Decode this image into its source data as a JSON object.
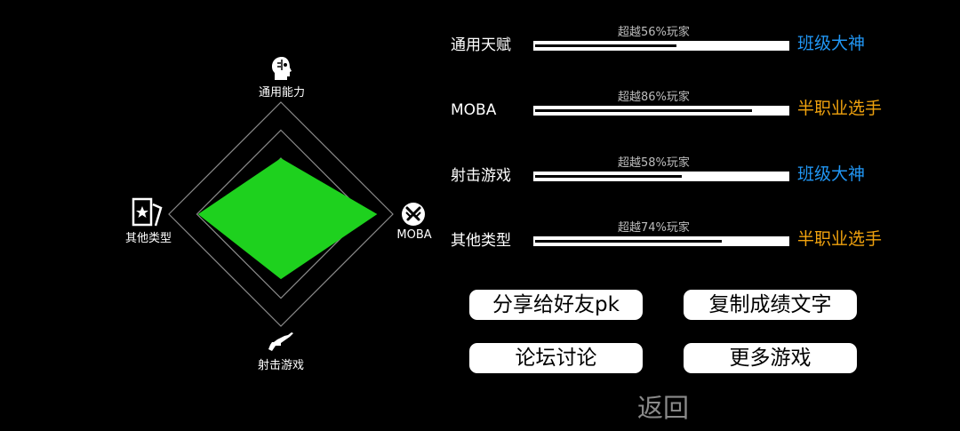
{
  "radar": {
    "axes": [
      {
        "key": "top",
        "label": "通用能力",
        "icon": "robot-head-icon",
        "value": 0.5
      },
      {
        "key": "right",
        "label": "MOBA",
        "icon": "crossed-swords-icon",
        "value": 0.86
      },
      {
        "key": "bottom",
        "label": "射击游戏",
        "icon": "rifle-icon",
        "value": 0.58
      },
      {
        "key": "left",
        "label": "其他类型",
        "icon": "star-card-icon",
        "value": 0.74
      }
    ],
    "fill_color": "#1ed11e",
    "grid_color": "#8a8a8a"
  },
  "stats": [
    {
      "name": "通用天赋",
      "percentile_text": "超越56%玩家",
      "percentile": 0.56,
      "rank": "班级大神",
      "rank_color": "#2196f3"
    },
    {
      "name": "MOBA",
      "percentile_text": "超越86%玩家",
      "percentile": 0.86,
      "rank": "半职业选手",
      "rank_color": "#f0a20e"
    },
    {
      "name": "射击游戏",
      "percentile_text": "超越58%玩家",
      "percentile": 0.58,
      "rank": "班级大神",
      "rank_color": "#2196f3"
    },
    {
      "name": "其他类型",
      "percentile_text": "超越74%玩家",
      "percentile": 0.74,
      "rank": "半职业选手",
      "rank_color": "#f0a20e"
    }
  ],
  "buttons": {
    "share": "分享给好友pk",
    "copy": "复制成绩文字",
    "forum": "论坛讨论",
    "more": "更多游戏",
    "back": "返回"
  }
}
